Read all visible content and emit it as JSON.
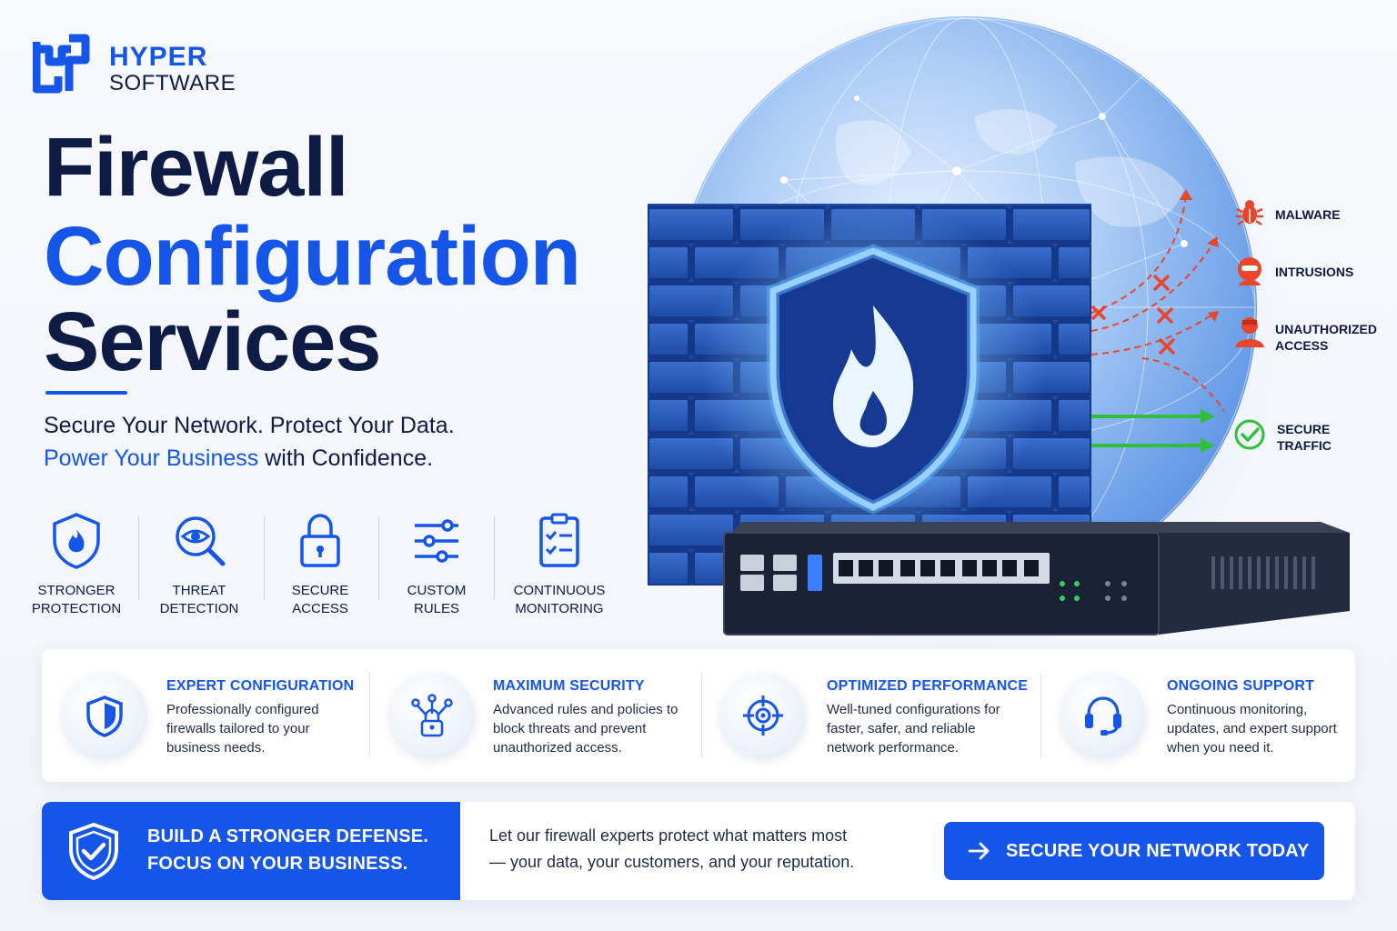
{
  "brand": {
    "line1": "HYPER",
    "line2": "SOFTWARE",
    "color": "#1556e8"
  },
  "headline": {
    "line1": "Firewall",
    "line2": "Configuration",
    "line3": "Services"
  },
  "tagline": {
    "line1": "Secure Your Network. Protect Your Data.",
    "line2_highlight": "Power Your Business",
    "line2_rest": " with Confidence."
  },
  "features": [
    {
      "label": "STRONGER\nPROTECTION",
      "icon": "shield-flame-icon"
    },
    {
      "label": "THREAT\nDETECTION",
      "icon": "eye-magnifier-icon"
    },
    {
      "label": "SECURE\nACCESS",
      "icon": "padlock-icon"
    },
    {
      "label": "CUSTOM\nRULES",
      "icon": "sliders-icon"
    },
    {
      "label": "CONTINUOUS\nMONITORING",
      "icon": "checklist-clipboard-icon"
    }
  ],
  "threats": {
    "malware": "MALWARE",
    "intrusions": "INTRUSIONS",
    "unauthorized_1": "UNAUTHORIZED",
    "unauthorized_2": "ACCESS",
    "secure_1": "SECURE",
    "secure_2": "TRAFFIC",
    "threat_color": "#e8452c",
    "safe_color": "#2fbf3a"
  },
  "benefits": [
    {
      "title": "EXPERT CONFIGURATION",
      "desc": "Professionally configured firewalls tailored to your business needs.",
      "icon": "shield-icon"
    },
    {
      "title": "MAXIMUM SECURITY",
      "desc": "Advanced rules and policies to block threats and prevent unauthorized access.",
      "icon": "network-lock-icon"
    },
    {
      "title": "OPTIMIZED PERFORMANCE",
      "desc": "Well-tuned configurations for faster, safer, and reliable network performance.",
      "icon": "crosshair-icon"
    },
    {
      "title": "ONGOING SUPPORT",
      "desc": "Continuous monitoring, updates, and expert support when you need it.",
      "icon": "headset-icon"
    }
  ],
  "cta": {
    "left_line1": "BUILD A STRONGER DEFENSE.",
    "left_line2": "FOCUS ON YOUR BUSINESS.",
    "mid_line1": "Let our firewall experts protect what matters most",
    "mid_line2": "— your data, your customers, and your reputation.",
    "button_label": "SECURE YOUR NETWORK TODAY"
  }
}
